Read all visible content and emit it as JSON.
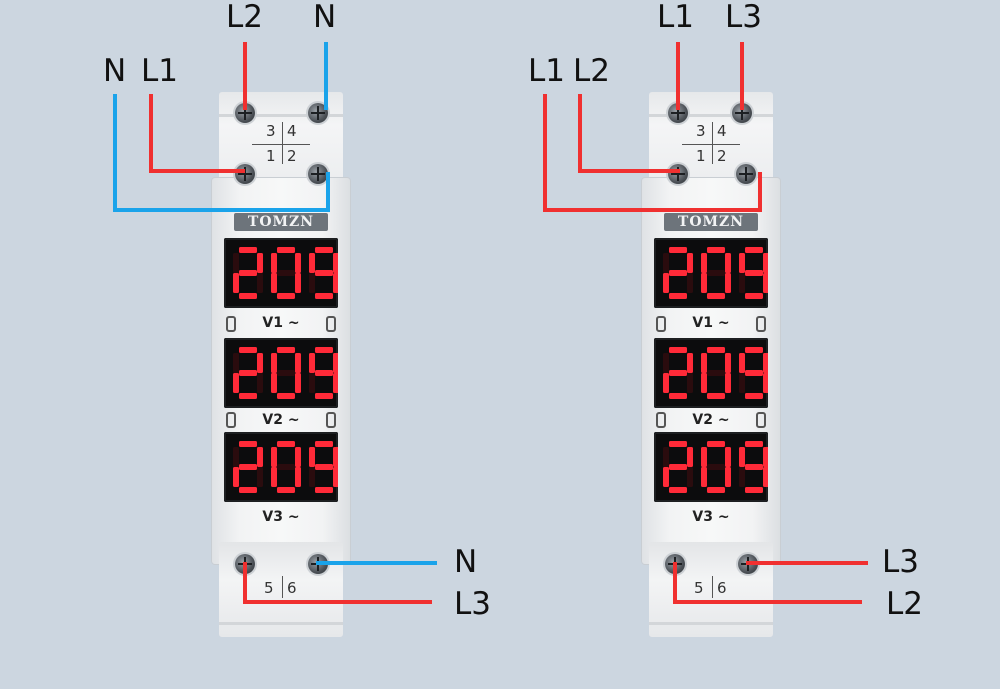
{
  "colors": {
    "background": "#ccd6e0",
    "live_wire": "#f03030",
    "neutral_wire": "#1aa3ea",
    "segment_on": "#ff2a38",
    "segment_off": "#2a0c0e"
  },
  "devices": [
    {
      "brand": "TOMZN",
      "terminals": {
        "t1": "1",
        "t2": "2",
        "t3": "3",
        "t4": "4",
        "t5": "5",
        "t6": "6"
      },
      "displays": [
        {
          "reading": "209",
          "channel": "V1 ~"
        },
        {
          "reading": "209",
          "channel": "V2 ~"
        },
        {
          "reading": "209",
          "channel": "V3 ~"
        }
      ],
      "wire_labels": {
        "top_a": "L2",
        "top_b": "N",
        "side_a": "N",
        "side_b": "L1",
        "bottom_a": "N",
        "bottom_b": "L3"
      }
    },
    {
      "brand": "TOMZN",
      "terminals": {
        "t1": "1",
        "t2": "2",
        "t3": "3",
        "t4": "4",
        "t5": "5",
        "t6": "6"
      },
      "displays": [
        {
          "reading": "209",
          "channel": "V1 ~"
        },
        {
          "reading": "209",
          "channel": "V2 ~"
        },
        {
          "reading": "209",
          "channel": "V3 ~"
        }
      ],
      "wire_labels": {
        "top_a": "L1",
        "top_b": "L3",
        "side_a": "L1",
        "side_b": "L2",
        "bottom_a": "L3",
        "bottom_b": "L2"
      }
    }
  ]
}
